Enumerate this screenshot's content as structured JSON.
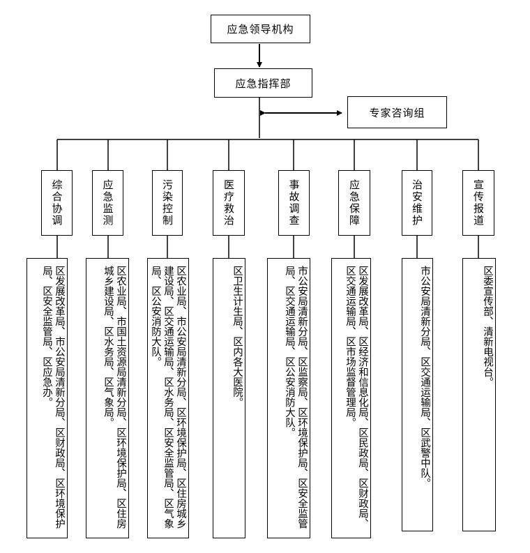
{
  "top": {
    "leadership": "应急领导机构",
    "command": "应急指挥部",
    "expert": "专家咨询组"
  },
  "groups": [
    {
      "title": "综合协调",
      "detail": "区发展改革局、市公安局清新分局、区财政局、区环境保护局、区安全监管局、区应急办。"
    },
    {
      "title": "应急监测",
      "detail": "区农业局、市国土资源局清新分局、区环境保护局、区住房城乡建设局、区水务局、区气象局。"
    },
    {
      "title": "污染控制",
      "detail": "区农业局、市公安局清新分局、区环境保护局、区住房城乡建设局、区交通运输局、区水务局、区安全监管局、区气象局、区公安消防大队。"
    },
    {
      "title": "医疗救治",
      "detail": "区卫生计生局、区内各大医院。"
    },
    {
      "title": "事故调查",
      "detail": "市公安局清新分局、区监察局、区环境保护局、区安全监管局、区交通运输局、区公安消防大队。"
    },
    {
      "title": "应急保障",
      "detail": "区发展改革局、区经济和信息化局、区民政局、区财政局、区交通运输局、区市场监督管理局。"
    },
    {
      "title": "治安维护",
      "detail": "市公安局清新分局、区交通运输局、区武警中队。"
    },
    {
      "title": "宣传报道",
      "detail": "区委宣传部、清新电视台。"
    }
  ]
}
